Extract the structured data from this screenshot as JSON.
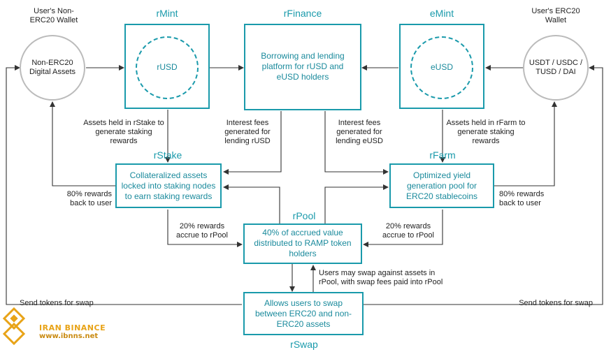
{
  "wallets": {
    "non_erc20_title": "User's Non-ERC20 Wallet",
    "non_erc20_asset": "Non-ERC20 Digital Assets",
    "erc20_title": "User's ERC20 Wallet",
    "erc20_asset": "USDT / USDC / TUSD / DAI"
  },
  "nodes": {
    "rmint": {
      "title": "rMint",
      "inner": "rUSD"
    },
    "rfinance": {
      "title": "rFinance",
      "text": "Borrowing and lending platform for rUSD and eUSD holders"
    },
    "emint": {
      "title": "eMint",
      "inner": "eUSD"
    },
    "rstake": {
      "title": "rStake",
      "text": "Collateralized assets locked into staking nodes to earn staking rewards"
    },
    "rfarm": {
      "title": "rFarm",
      "text": "Optimized yield generation pool for ERC20 stablecoins"
    },
    "rpool": {
      "title": "rPool",
      "text": "40% of accrued value distributed to RAMP token holders"
    },
    "rswap": {
      "title": "rSwap",
      "text": "Allows users to swap between ERC20 and non-ERC20 assets"
    }
  },
  "annotations": {
    "rstake_hold": "Assets held in rStake to generate staking rewards",
    "rfarm_hold": "Assets held in rFarm to generate staking rewards",
    "interest_rusd": "Interest fees generated for lending rUSD",
    "interest_eusd": "Interest fees generated for lending eUSD",
    "rewards_left": "80% rewards back to user",
    "rewards_right": "80% rewards back to user",
    "accrue_left": "20% rewards accrue to rPool",
    "accrue_right": "20% rewards accrue to rPool",
    "swap_note": "Users may swap against assets in rPool, with swap fees paid into rPool",
    "send_left": "Send tokens for swap",
    "send_right": "Send tokens for swap"
  },
  "watermark": {
    "name": "IRAN BINANCE",
    "url": "www.ibnns.net"
  },
  "colors": {
    "accent": "#1a9aab",
    "line": "#333333",
    "wallet_border": "#bbbbbb",
    "logo_gold": "#e8a317"
  }
}
